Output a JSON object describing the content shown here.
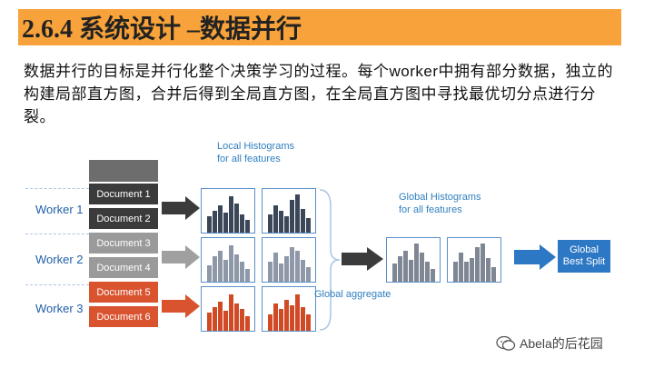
{
  "title": "2.6.4 系统设计 –数据并行",
  "body_text": "数据并行的目标是并行化整个决策学习的过程。每个worker中拥有部分数据，独立的构建局部直方图，合并后得到全局直方图，在全局直方图中寻找最优切分点进行分裂。",
  "diagram": {
    "workers": [
      "Worker 1",
      "Worker 2",
      "Worker 3"
    ],
    "documents": [
      "Document 1",
      "Document 2",
      "Document 3",
      "Document 4",
      "Document 5",
      "Document 6"
    ],
    "local_histograms_caption": "Local Histograms\nfor all features",
    "global_histograms_caption": "Global Histograms\nfor all features",
    "global_aggregate": "Global aggregate",
    "best_split": "Global\nBest Split",
    "colors": {
      "worker1": "#3b4658",
      "worker2": "#8e98a8",
      "worker3": "#d14a26",
      "global": "#7f8794",
      "arrow_blue": "#2d78c4",
      "accent_blue": "#2f7fc0"
    }
  },
  "watermark": "Abela的后花园"
}
